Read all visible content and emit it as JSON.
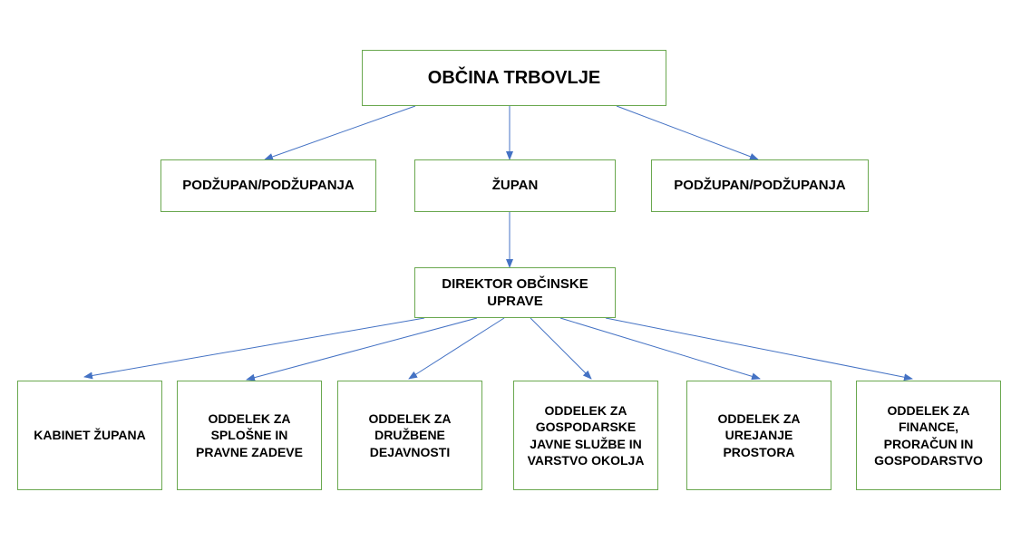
{
  "diagram": {
    "root": {
      "label": "OBČINA TRBOVLJE"
    },
    "level1": [
      {
        "label": "PODŽUPAN/PODŽUPANJA"
      },
      {
        "label": "ŽUPAN"
      },
      {
        "label": "PODŽUPAN/PODŽUPANJA"
      }
    ],
    "director": {
      "label": "DIREKTOR OBČINSKE UPRAVE"
    },
    "departments": [
      {
        "label": "KABINET ŽUPANA"
      },
      {
        "label": "ODDELEK ZA SPLOŠNE IN PRAVNE ZADEVE"
      },
      {
        "label": "ODDELEK ZA DRUŽBENE DEJAVNOSTI"
      },
      {
        "label": "ODDELEK ZA GOSPODARSKE JAVNE SLUŽBE IN VARSTVO OKOLJA"
      },
      {
        "label": "ODDELEK ZA UREJANJE PROSTORA"
      },
      {
        "label": "ODDELEK ZA FINANCE, PRORAČUN IN GOSPODARSTVO"
      }
    ],
    "colors": {
      "box_border": "#6aa84f",
      "arrow": "#4472c4"
    }
  }
}
